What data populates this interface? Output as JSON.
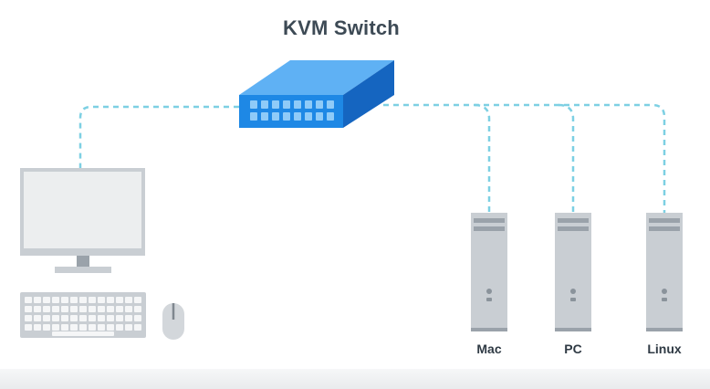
{
  "diagram": {
    "title": "KVM Switch",
    "computers": [
      {
        "label": "Mac"
      },
      {
        "label": "PC"
      },
      {
        "label": "Linux"
      }
    ]
  },
  "colors": {
    "switch_top": "#5fb1f4",
    "switch_front": "#1e88e5",
    "switch_side": "#1565c0",
    "cable": "#7dd0e3",
    "device_gray": "#c9ced3",
    "device_dark": "#9aa2aa",
    "title_text": "#3d4a55"
  }
}
